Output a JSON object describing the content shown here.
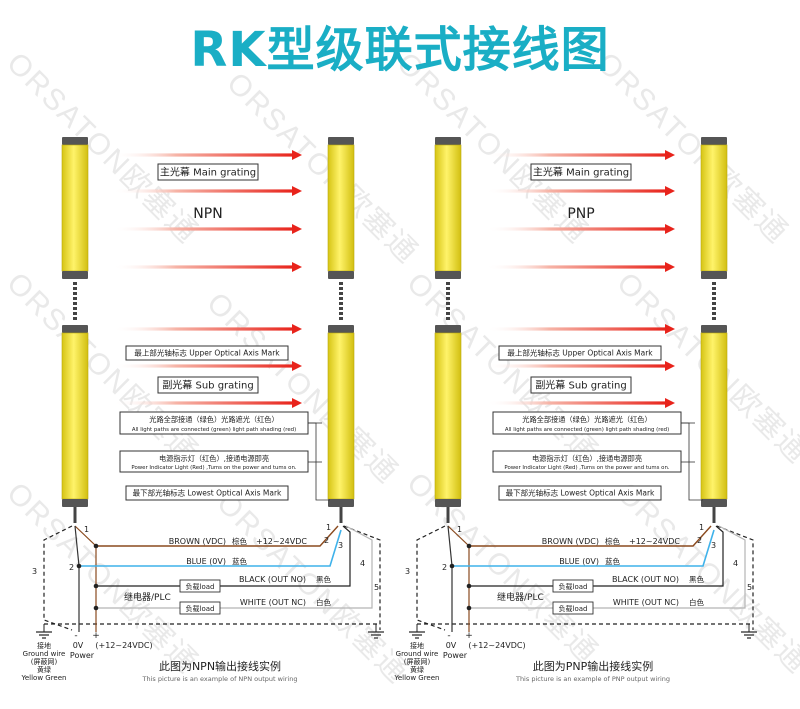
{
  "title": "RK型级联式接线图",
  "watermark": "ORSATON欧塞通",
  "colors": {
    "title": "#1aaec5",
    "grating_yellow": "#f2e33a",
    "grating_dark": "#555555",
    "beam": "#e8231b",
    "brown_wire": "#8a4a1e",
    "blue_wire": "#3fb2ea",
    "black_wire": "#222222",
    "white_wire": "#b5b5b5"
  },
  "panels": [
    {
      "id": "npn",
      "mode_label": "NPN",
      "main_grating": "主光幕 Main grating",
      "upper_axis": "最上部光轴标志 Upper Optical Axis Mark",
      "sub_grating": "副光幕 Sub grating",
      "light_path_cn": "光路全部接通（绿色）光路遮光（红色）",
      "light_path_en": "All light paths are connected (green) light path shading (red)",
      "power_ind_cn": "电源指示灯（红色）,接通电源即亮",
      "power_ind_en": "Power Indicator Light (Red) ,Tums on the power and tums on.",
      "lowest_axis": "最下部光轴标志 Lowest Optical Axis Mark",
      "wire_brown": "BROWN (VDC)",
      "wire_brown_cn": "棕色",
      "wire_brown_v": "+12~24VDC",
      "wire_blue": "BLUE (0V)",
      "wire_blue_cn": "蓝色",
      "wire_black": "BLACK (OUT NO)",
      "wire_black_cn": "黑色",
      "wire_white": "WHITE (OUT NC)",
      "wire_white_cn": "白色",
      "load": "负载load",
      "relay": "继电器/PLC",
      "ground_cn1": "接地",
      "ground_en": "Ground wire",
      "ground_cn2": "(屏蔽网)",
      "ground_cn3": "黄绿",
      "ground_en2": "Yellow Green",
      "zero_v": "0V",
      "power": "Power",
      "power_v": "(+12~24VDC)",
      "plus": "+",
      "minus": "-",
      "caption_cn": "此图为NPN输出接线实例",
      "caption_en": "This picture is an example of NPN output wiring",
      "nums": [
        "1",
        "2",
        "3",
        "4",
        "5",
        "1",
        "2",
        "3"
      ]
    },
    {
      "id": "pnp",
      "mode_label": "PNP",
      "main_grating": "主光幕 Main grating",
      "upper_axis": "最上部光轴标志 Upper Optical Axis Mark",
      "sub_grating": "副光幕 Sub grating",
      "light_path_cn": "光路全部接通（绿色）光路遮光（红色）",
      "light_path_en": "All light paths are connected (green) light path shading (red)",
      "power_ind_cn": "电源指示灯（红色）,接通电源即亮",
      "power_ind_en": "Power Indicator Light (Red) ,Tums on the power and tums on.",
      "lowest_axis": "最下部光轴标志 Lowest Optical Axis Mark",
      "wire_brown": "BROWN (VDC)",
      "wire_brown_cn": "棕色",
      "wire_brown_v": "+12~24VDC",
      "wire_blue": "BLUE (0V)",
      "wire_blue_cn": "蓝色",
      "wire_black": "BLACK (OUT NO)",
      "wire_black_cn": "黑色",
      "wire_white": "WHITE (OUT NC)",
      "wire_white_cn": "白色",
      "load": "负载load",
      "relay": "继电器/PLC",
      "ground_cn1": "接地",
      "ground_en": "Ground wire",
      "ground_cn2": "(屏蔽网)",
      "ground_cn3": "黄绿",
      "ground_en2": "Yellow Green",
      "zero_v": "0V",
      "power": "Power",
      "power_v": "(+12~24VDC)",
      "plus": "+",
      "minus": "-",
      "caption_cn": "此图为PNP输出接线实例",
      "caption_en": "This picture is an example of PNP output wiring",
      "nums": [
        "1",
        "2",
        "3",
        "4",
        "5",
        "1",
        "2",
        "3"
      ]
    }
  ]
}
